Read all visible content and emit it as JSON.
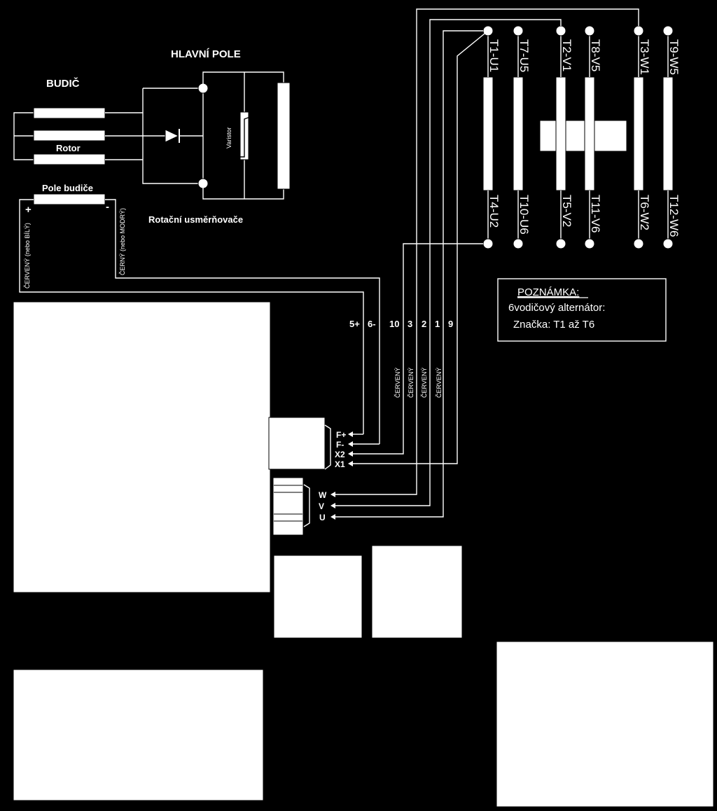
{
  "exciter": {
    "title": "BUDIČ",
    "rotor_label": "Rotor",
    "field_label": "Pole budiče",
    "plus_sign": "+",
    "minus_sign": "-",
    "red_lead": "ČERVENÝ (nebo BÍLÝ)",
    "black_lead": "ČERNÝ (nebo MODRÝ)"
  },
  "main_field": {
    "title": "HLAVNÍ POLE",
    "varistor_label": "Varistor",
    "rectifier_label": "Rotační usměrňovače"
  },
  "stator": {
    "top_labels": [
      "T1-U1",
      "T7-U5",
      "T2-V1",
      "T8-V5",
      "T3-W1",
      "T9-W5"
    ],
    "bottom_labels": [
      "T4-U2",
      "T10-U6",
      "T5-V2",
      "T11-V6",
      "T6-W2",
      "T12-W6"
    ]
  },
  "note": {
    "title": "POZNÁMKA:",
    "line1": "6vodičový alternátor:",
    "line2": "Značka: T1 až T6"
  },
  "wire_numbers": [
    "5+",
    "6-",
    "10",
    "3",
    "2",
    "1",
    "9"
  ],
  "wire_colors": [
    "ČERVENÝ",
    "ČERVENÝ",
    "ČERVENÝ",
    "ČERVENÝ"
  ],
  "regulator_terminals": [
    "F+",
    "F-",
    "X2",
    "X1"
  ],
  "output_terminals": [
    "W",
    "V",
    "U"
  ]
}
